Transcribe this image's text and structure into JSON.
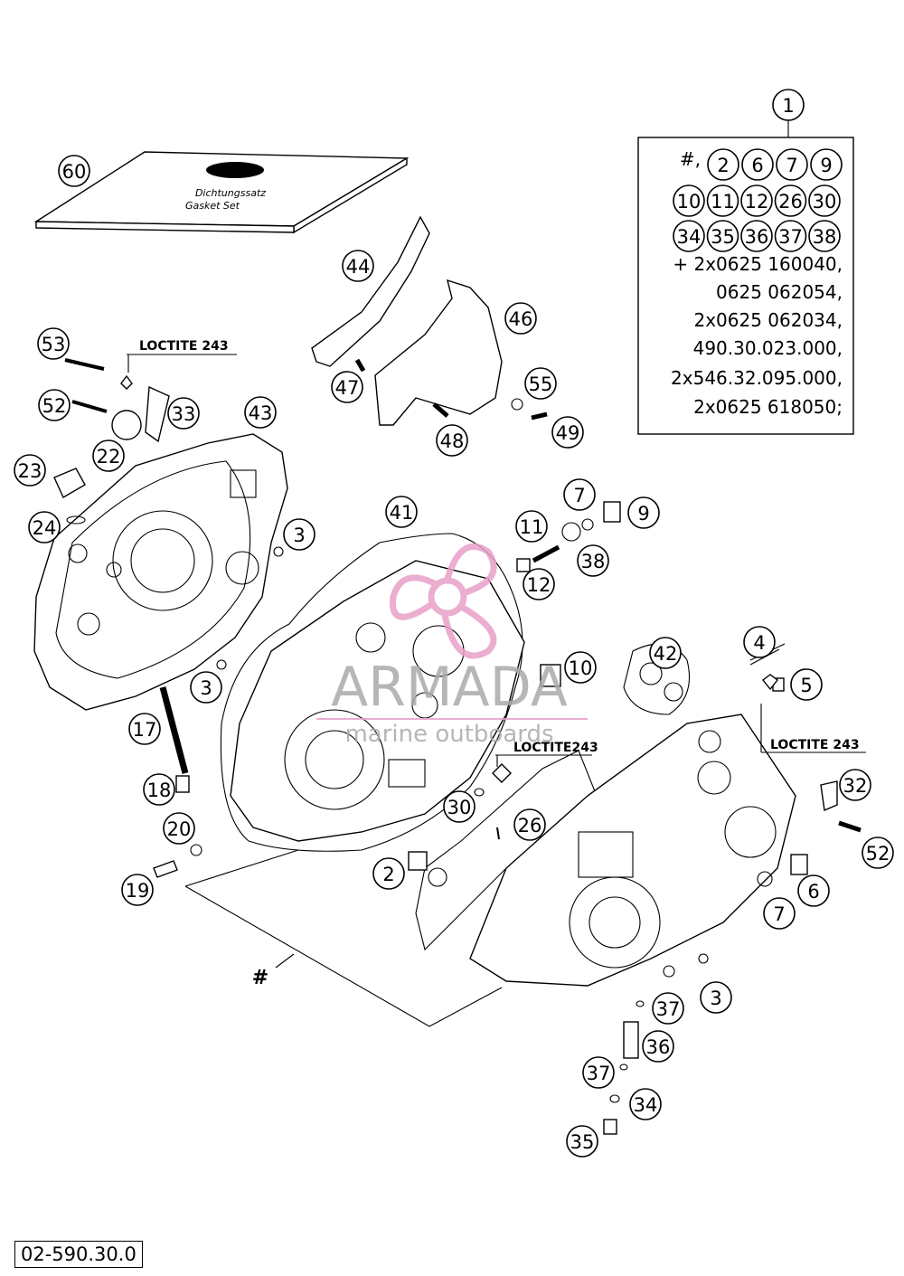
{
  "callouts": [
    "1",
    "2",
    "3",
    "4",
    "5",
    "6",
    "7",
    "9",
    "10",
    "11",
    "12",
    "17",
    "18",
    "19",
    "20",
    "22",
    "23",
    "24",
    "26",
    "30",
    "32",
    "33",
    "34",
    "35",
    "36",
    "37",
    "38",
    "41",
    "42",
    "43",
    "44",
    "46",
    "47",
    "48",
    "49",
    "52",
    "53",
    "55",
    "60"
  ],
  "kit_box": {
    "row1_prefix": "#,",
    "row1": [
      "2",
      "6",
      "7",
      "9"
    ],
    "row2": [
      "10",
      "11",
      "12",
      "26",
      "30"
    ],
    "row3": [
      "34",
      "35",
      "36",
      "37",
      "38"
    ],
    "lines": [
      "+ 2x0625 160040,",
      "0625 062054,",
      "2x0625 062034,",
      "490.30.023.000,",
      "2x546.32.095.000,",
      "2x0625 618050;"
    ]
  },
  "notes": {
    "loctite": "LOCTITE 243",
    "loctite_mid": "LOCTITE243",
    "hash": "#"
  },
  "gasket_set": {
    "line1": "Dichtungssatz",
    "line2": "Gasket Set"
  },
  "watermark": {
    "brand": "ARMADA",
    "tagline": "marine outboards",
    "pink": "#e8a0c8",
    "grey": "#9a9a9a"
  },
  "footer": {
    "code": "02-590.30.0"
  }
}
